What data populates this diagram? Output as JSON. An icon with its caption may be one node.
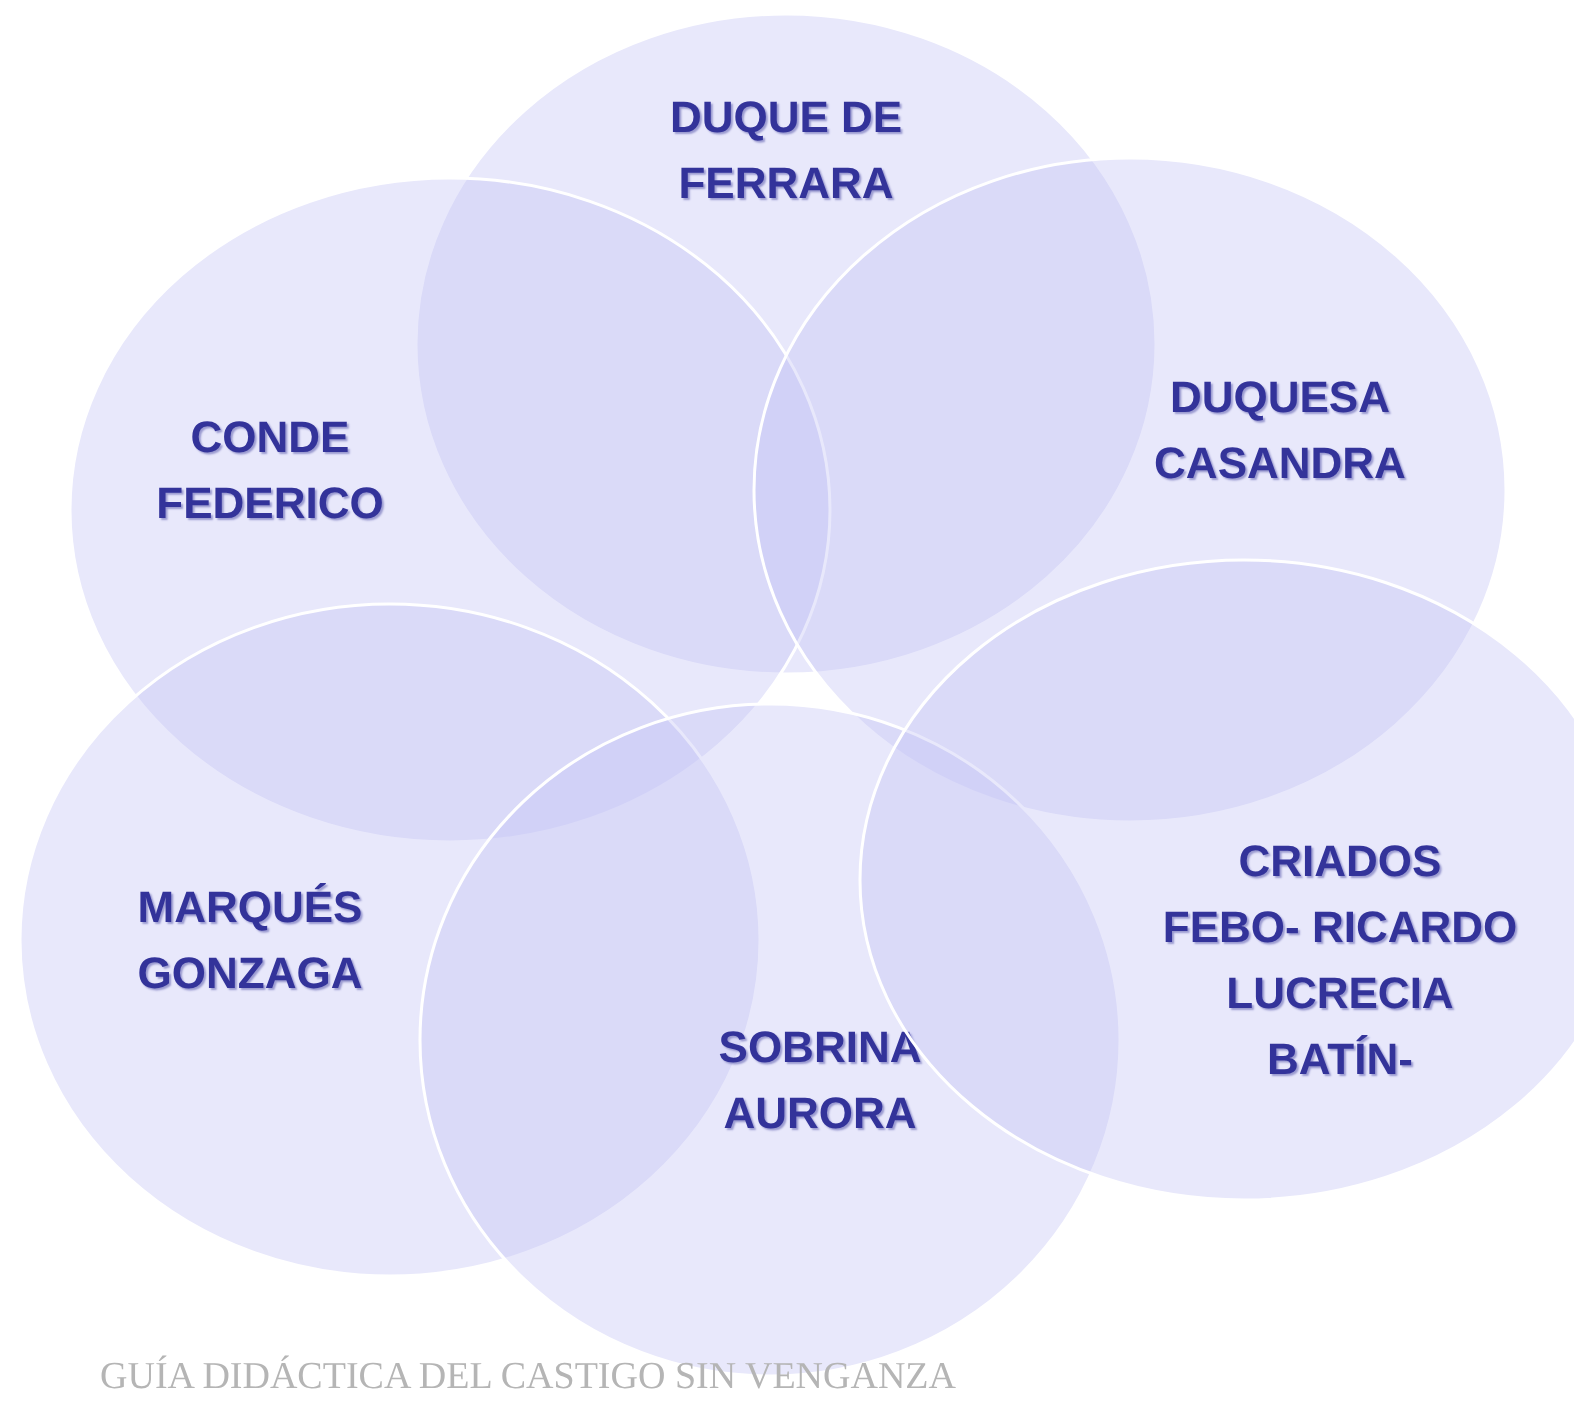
{
  "diagram": {
    "caption": "GUÍA DIDÁCTICA DEL CASTIGO SIN VENGANZA",
    "nodes": [
      {
        "text": [
          "DUQUE DE FERRARA"
        ]
      },
      {
        "text": [
          "CONDE FEDERICO"
        ]
      },
      {
        "text": [
          "DUQUESA CASANDRA"
        ]
      },
      {
        "text": [
          "MARQUÉS GONZAGA"
        ]
      },
      {
        "text": [
          "SOBRINA AURORA"
        ]
      },
      {
        "text": [
          "CRIADOS",
          "FEBO- RICARDO LUCRECIA BATÍN-"
        ]
      }
    ],
    "edges": []
  }
}
